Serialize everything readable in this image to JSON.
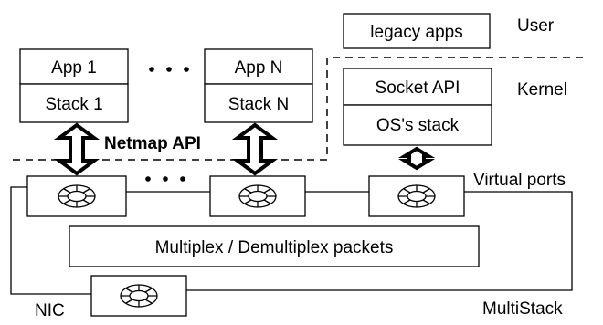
{
  "diagram": {
    "apps": [
      {
        "app": "App 1",
        "stack": "Stack 1"
      },
      {
        "app": "App N",
        "stack": "Stack N"
      }
    ],
    "legacy_apps": "legacy apps",
    "kernel": {
      "socket_api": "Socket API",
      "os_stack": "OS's stack"
    },
    "netmap_api": "Netmap API",
    "virtual_ports": "Virtual ports",
    "mux_label": "Multiplex / Demultiplex packets",
    "nic": "NIC",
    "multistack": "MultiStack",
    "domains": {
      "user": "User",
      "kernel": "Kernel"
    }
  }
}
